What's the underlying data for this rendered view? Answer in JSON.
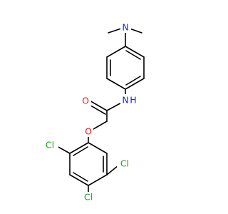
{
  "molecule": {
    "atoms": {
      "n_amine": {
        "label": "N",
        "color": "#2222ee"
      },
      "n_amide": {
        "label": "N",
        "color": "#2222ee"
      },
      "h_amide": {
        "label": "H",
        "color": "#2222ee"
      },
      "o_carbonyl": {
        "label": "O",
        "color": "#ee1111"
      },
      "o_ether": {
        "label": "O",
        "color": "#ee1111"
      },
      "cl_2": {
        "label": "Cl",
        "color": "#1aa51a"
      },
      "cl_5": {
        "label": "Cl",
        "color": "#1aa51a"
      },
      "cl_4": {
        "label": "Cl",
        "color": "#1aa51a"
      }
    },
    "bond_color": "#000000"
  }
}
